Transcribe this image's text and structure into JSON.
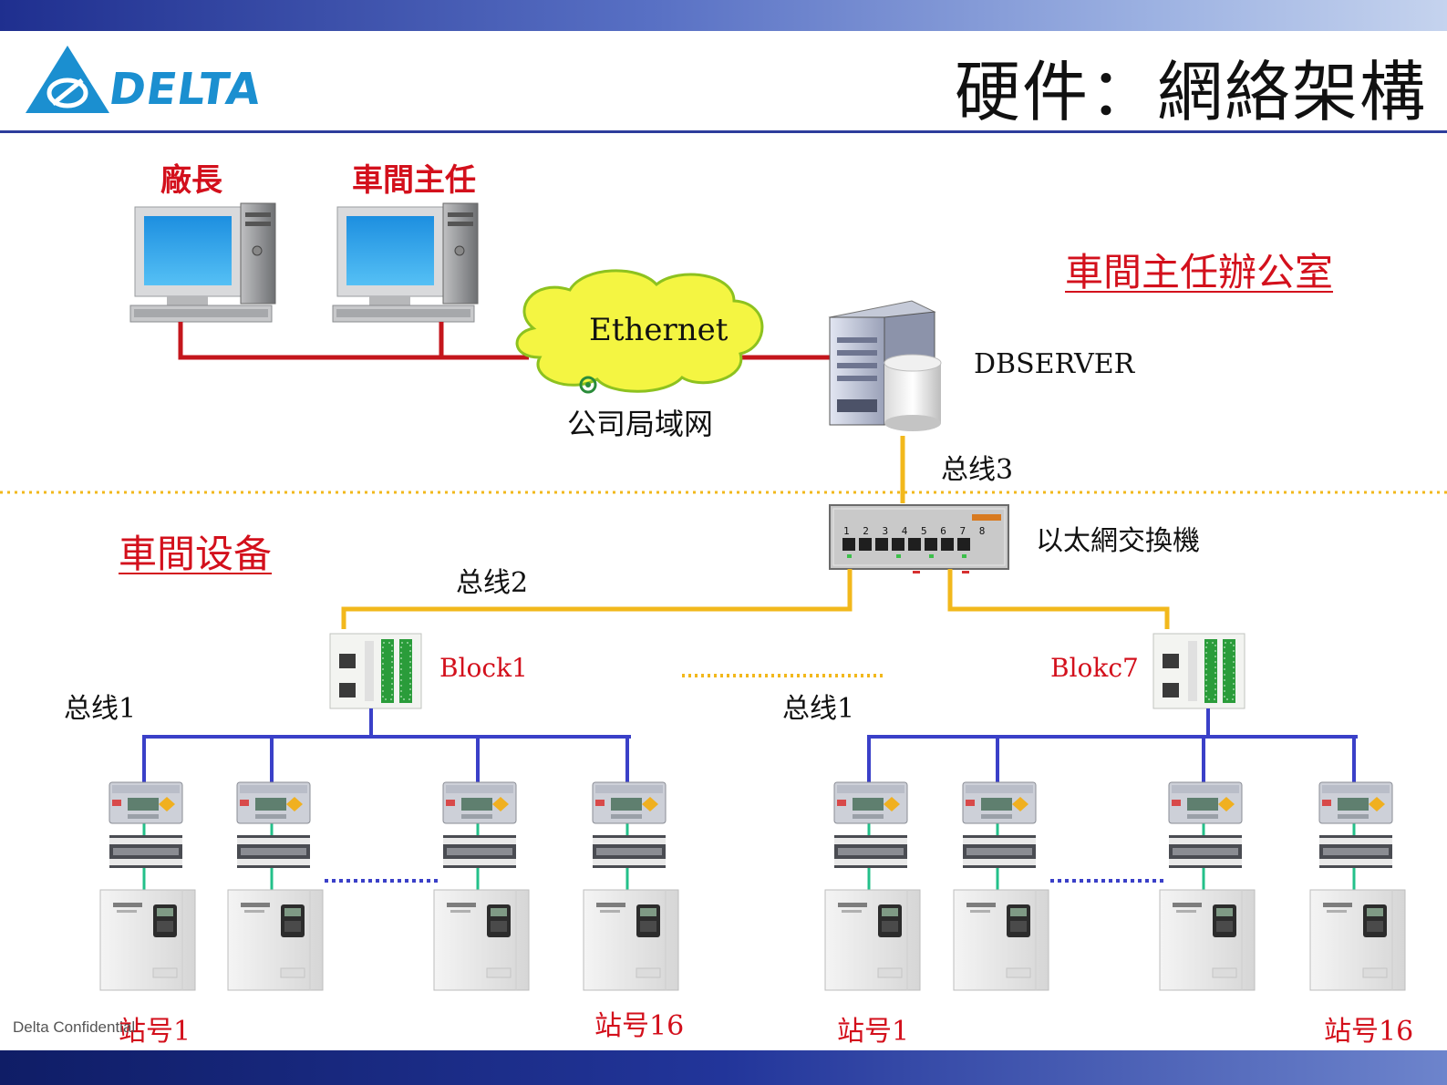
{
  "header": {
    "logo_text": "DELTA",
    "title": "硬件：網絡架構"
  },
  "labels": {
    "factory_manager": "廠長",
    "workshop_director": "車間主任",
    "director_office": "車間主任辦公室",
    "ethernet": "Ethernet",
    "company_lan": "公司局域网",
    "dbserver": "DBSERVER",
    "bus3": "总线3",
    "switch": "以太網交換機",
    "workshop_equipment": "車間设备",
    "bus2": "总线2",
    "block1": "Block1",
    "block7": "Blokc7",
    "bus1_left": "总线1",
    "bus1_right": "总线1",
    "station1_left": "站号1",
    "station16_left": "站号16",
    "station1_right": "站号1",
    "station16_right": "站号16",
    "switch_ports": "1 2 3 4 5 6 7 8"
  },
  "footer": {
    "confidential": "Delta Confidential"
  },
  "colors": {
    "red_text": "#d3101c",
    "ethernet_line": "#c4161c",
    "bus_yellow": "#f2b81c",
    "bus_blue": "#3a40c8",
    "cloud_fill": "#f4f542",
    "header_rule": "#2d3d9c"
  },
  "icons": [
    "delta-logo-icon",
    "computer-icon",
    "cloud-icon",
    "server-icon",
    "database-icon",
    "switch-icon",
    "plc-icon",
    "hmi-icon",
    "io-module-icon",
    "inverter-icon"
  ]
}
